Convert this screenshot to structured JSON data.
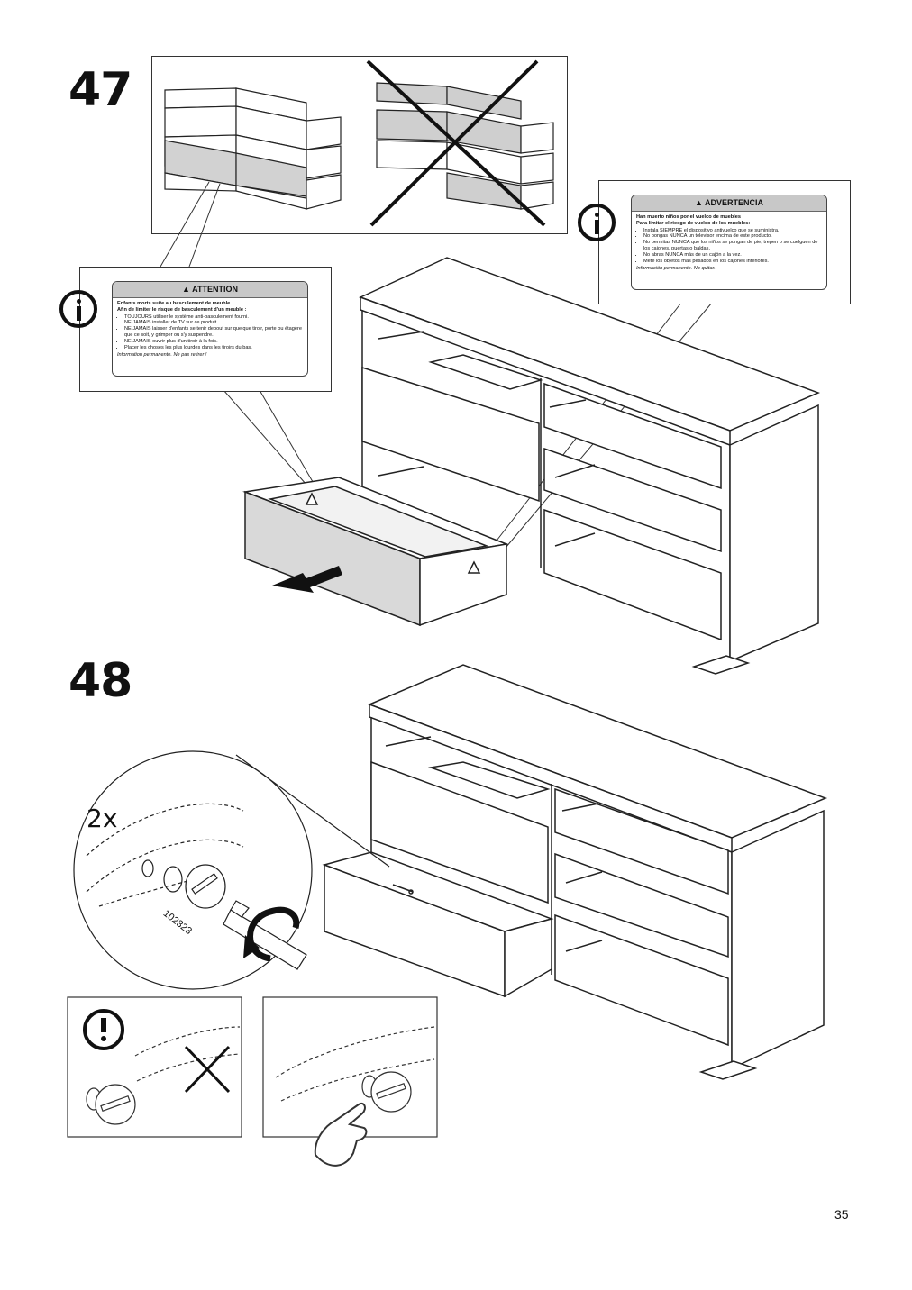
{
  "page": {
    "number": "35"
  },
  "step47": {
    "number": "47",
    "label_fr": {
      "heading": "ATTENTION",
      "title_lines": [
        "Enfants morts suite au basculement de meuble.",
        "Afin de limiter le risque de basculement d'un meuble :"
      ],
      "items": [
        "TOUJOURS utiliser le système anti-basculement fourni.",
        "NE JAMAIS installer de TV sur ce produit.",
        "NE JAMAIS laisser d'enfants se tenir debout sur quelque tiroir, porte ou étagère que ce soit, y grimper ou s'y suspendre.",
        "NE JAMAIS ouvrir plus d'un tiroir à la fois.",
        "Placer les choses les plus lourdes dans les tiroirs du bas."
      ],
      "note": "Information permanente. Ne pas retirer !"
    },
    "label_es": {
      "heading": "ADVERTENCIA",
      "title_lines": [
        "Han muerto niños por el vuelco de muebles",
        "Para limitar el riesgo de vuelco de los muebles:"
      ],
      "items": [
        "Instala SIEMPRE el dispositivo antivuelco que se suministra.",
        "No pongas NUNCA un televisor encima de este producto.",
        "No permitas NUNCA que los niños se pongan de pie, trepen o se cuelguen de los cajones, puertas o baldas.",
        "No abras NUNCA más de un cajón a la vez.",
        "Mete los objetos más pesados en los cajones inferiores."
      ],
      "note": "Información permanente. No quitar."
    }
  },
  "step48": {
    "number": "48",
    "quantity": "2x",
    "part_number": "102323"
  },
  "icons": [
    "info-icon",
    "warning-triangle-icon",
    "attention-icon",
    "cross-icon",
    "arrow-icon",
    "rotate-arrow-icon",
    "hand-icon"
  ]
}
